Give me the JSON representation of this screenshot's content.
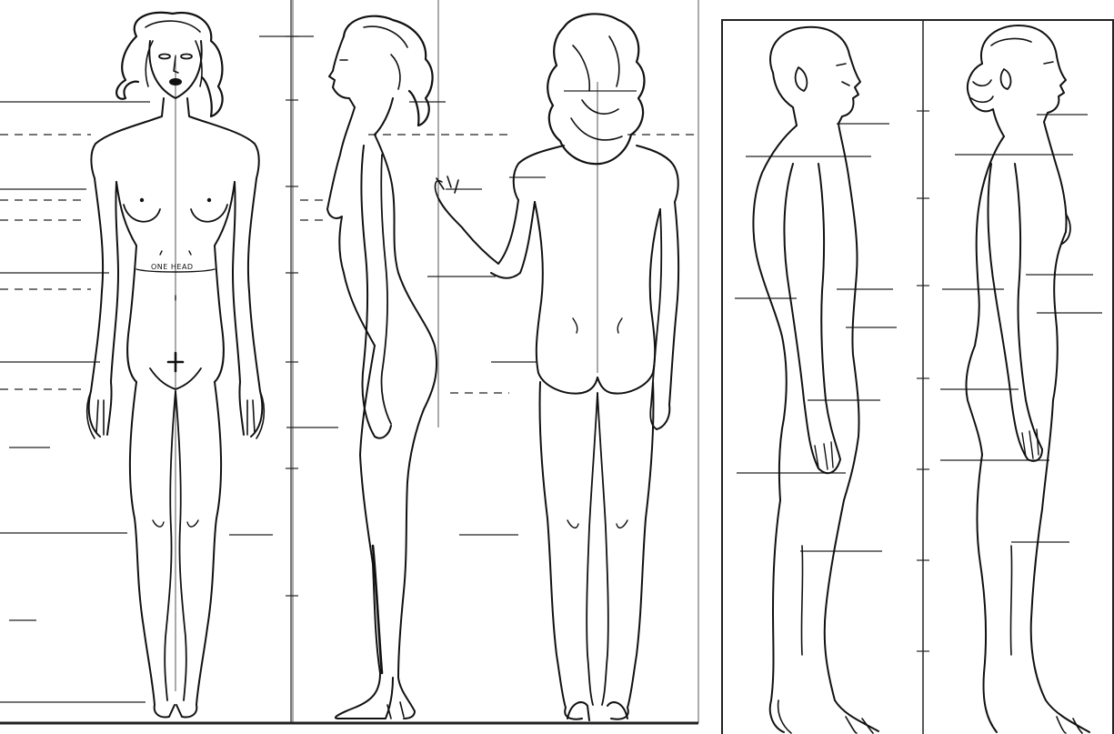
{
  "image": {
    "left_panel": {
      "figures": [
        {
          "view": "front"
        },
        {
          "view": "side"
        },
        {
          "view": "back"
        }
      ],
      "annotation": "ONE HEAD"
    },
    "right_panel": {
      "figures": [
        {
          "view": "male-side"
        },
        {
          "view": "female-side"
        }
      ]
    },
    "colors": {
      "ink": "#111111",
      "paper": "#ffffff"
    }
  }
}
